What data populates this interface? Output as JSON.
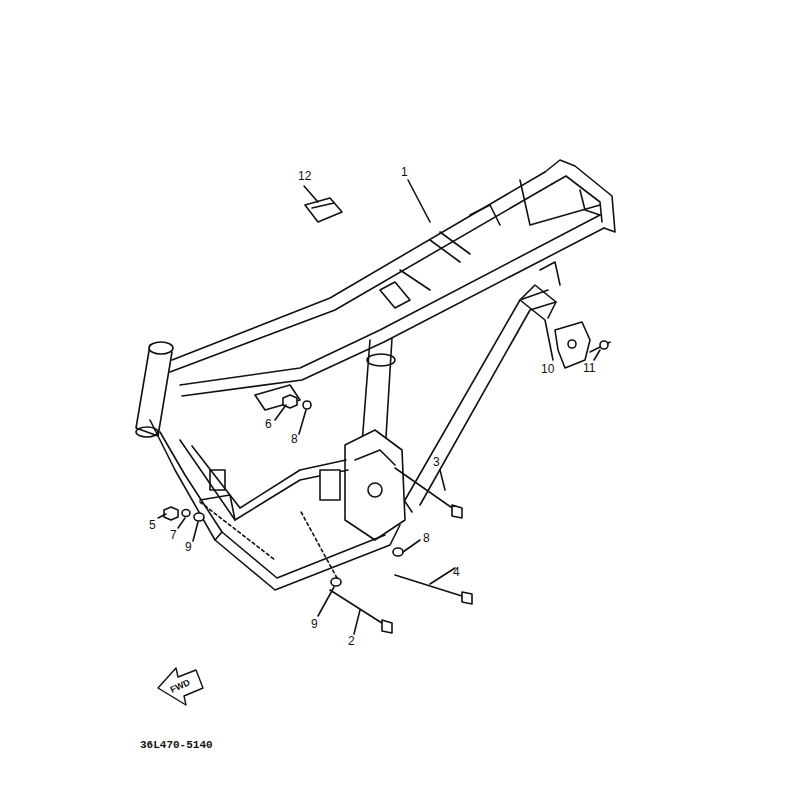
{
  "diagram": {
    "labels": [
      "12",
      "1",
      "10",
      "11",
      "6",
      "8",
      "3",
      "5",
      "7",
      "9",
      "8",
      "4",
      "9",
      "2",
      "FWD",
      "36L470-5140"
    ]
  }
}
